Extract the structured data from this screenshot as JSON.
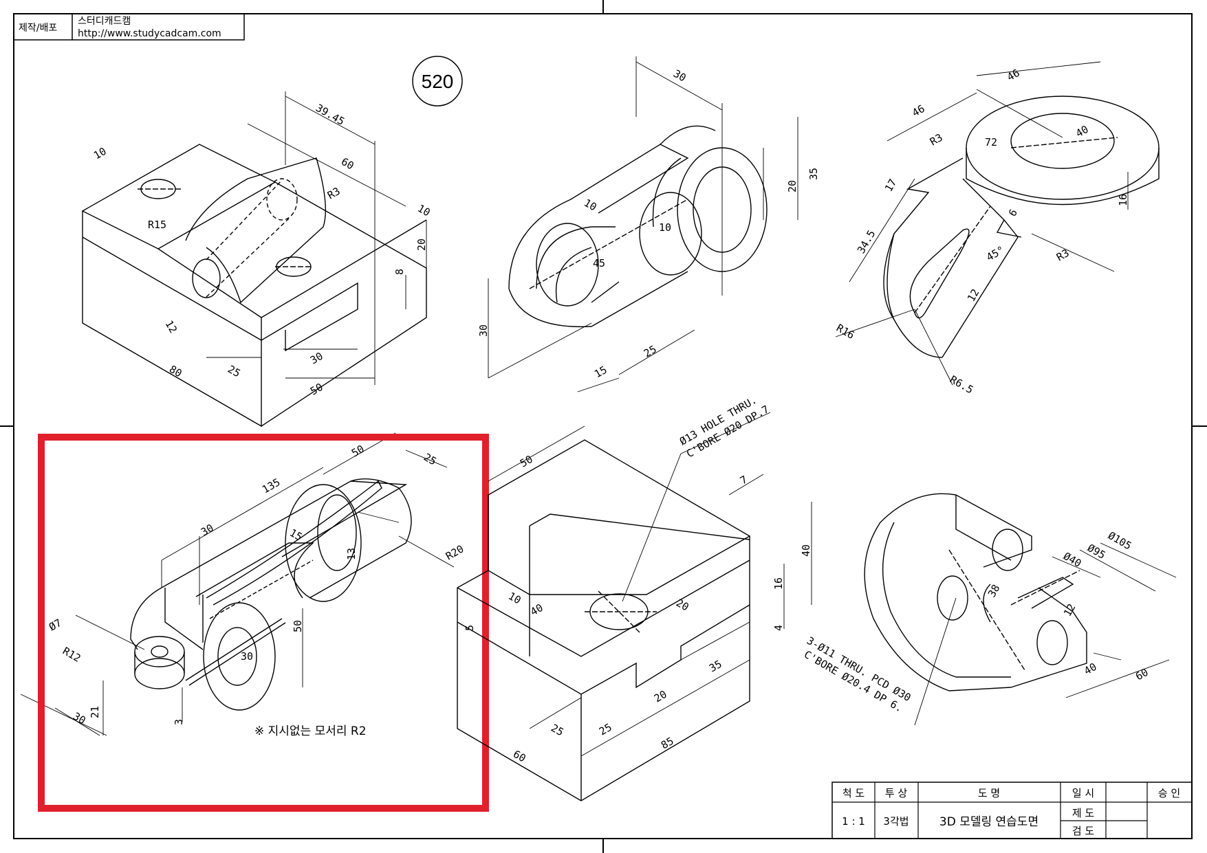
{
  "header": {
    "label": "제작/배포",
    "company": "스터디캐드캠",
    "url": "http://www.studycadcam.com"
  },
  "drawing_number": "520",
  "note": "※ 지시없는 모서리 R2",
  "highlight_color": "#e0202a",
  "dimensions": {
    "v1": [
      "10",
      "39.45",
      "60",
      "R3",
      "R15",
      "10",
      "20",
      "8",
      "12",
      "25",
      "30",
      "80",
      "50"
    ],
    "v2": [
      "30",
      "10",
      "10",
      "45",
      "20",
      "35",
      "30",
      "15",
      "25"
    ],
    "v3": [
      "46",
      "72",
      "40",
      "46",
      "R3",
      "17",
      "34.5",
      "16",
      "6",
      "45°",
      "12",
      "R16",
      "R6.5",
      "R3"
    ],
    "v4": [
      "135",
      "50",
      "25",
      "30",
      "15",
      "13",
      "R20",
      "Ø7",
      "R12",
      "30",
      "50",
      "21",
      "30",
      "3"
    ],
    "v5": [
      "50",
      "Ø13 HOLE THRU.",
      "C'BORE Ø20 DP.7",
      "7",
      "40",
      "16",
      "4",
      "10",
      "40",
      "20",
      "35",
      "20",
      "25",
      "25",
      "85",
      "60",
      "5"
    ],
    "v6": [
      "Ø105",
      "Ø95",
      "Ø40",
      "38",
      "12",
      "40",
      "60",
      "3-Ø11 THRU. PCD Ø30",
      "C'BORE Ø20.4 DP 6."
    ]
  },
  "title_block": {
    "scale_label": "척 도",
    "projection_label": "투 상",
    "name_label": "도 명",
    "date_label": "일 시",
    "approve_label": "승 인",
    "scale": "1 : 1",
    "projection": "3각법",
    "name": "3D 모델링 연습도면",
    "draft": "제 도",
    "check": "검 도"
  }
}
